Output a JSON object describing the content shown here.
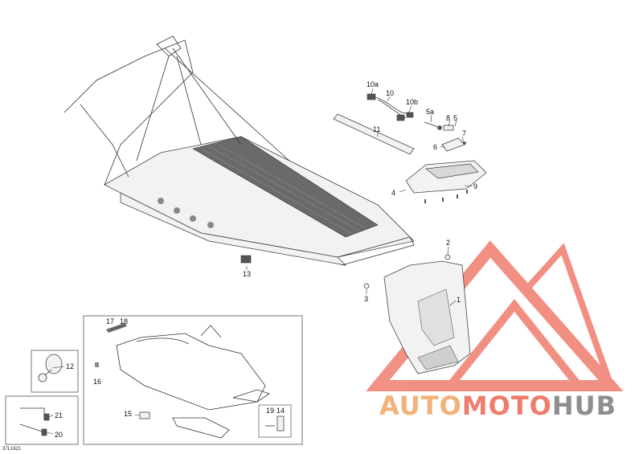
{
  "diagram": {
    "callouts": [
      "10a",
      "10",
      "10b",
      "5a",
      "8",
      "5",
      "11",
      "7",
      "6",
      "4",
      "9",
      "2",
      "13",
      "3",
      "1",
      "17",
      "18",
      "12",
      "16",
      "15",
      "19",
      "14",
      "21",
      "20"
    ],
    "doc_code": "37L1621"
  },
  "watermark": {
    "word_auto": "AUTO",
    "word_moto": "MOTO",
    "word_hub": "HUB",
    "colors": {
      "auto": "#f2b27a",
      "moto": "#f07c6e",
      "hub": "#8e8e8e"
    }
  }
}
